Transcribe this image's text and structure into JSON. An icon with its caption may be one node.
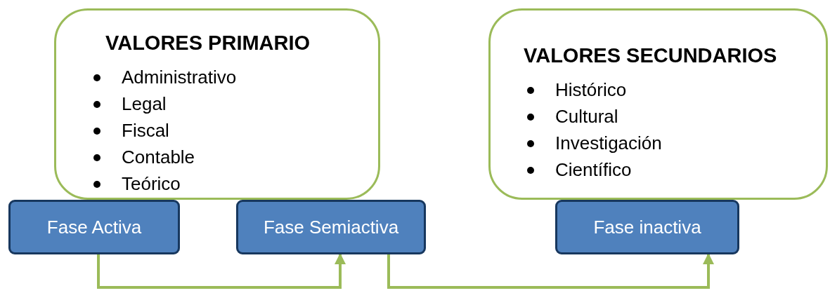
{
  "diagram": {
    "nodes": [
      {
        "text": [
          "VALORES PRIMARIO",
          "Administrativo",
          "Legal",
          "Fiscal",
          "Contable",
          "Teórico"
        ]
      },
      {
        "text": [
          "VALORES SECUNDARIOS",
          "Histórico",
          "Cultural",
          "Investigación",
          "Científico"
        ]
      },
      {
        "text": [
          "Fase Activa"
        ]
      },
      {
        "text": [
          "Fase Semiactiva"
        ]
      },
      {
        "text": [
          "Fase inactiva"
        ]
      }
    ],
    "edges": [
      {
        "from": 2,
        "to": 3,
        "arrow": "to"
      },
      {
        "from": 3,
        "to": 4,
        "arrow": "to"
      }
    ]
  }
}
